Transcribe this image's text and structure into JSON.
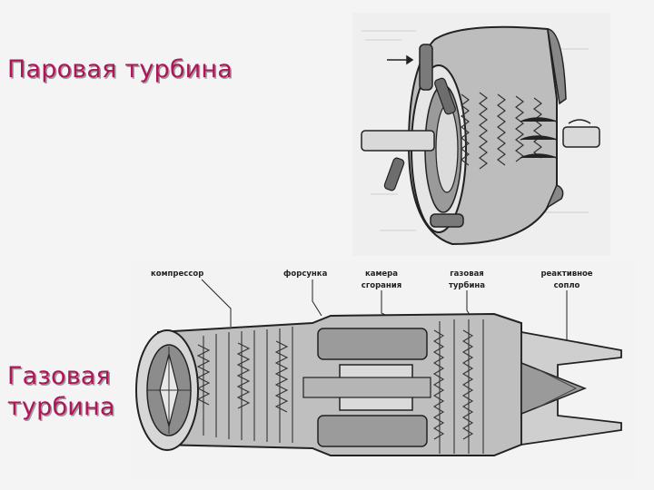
{
  "slide": {
    "steam_title": "Паровая турбина",
    "gas_title_line1": "Газовая",
    "gas_title_line2": "турбина"
  },
  "gas_turbine_labels": {
    "compressor": "компрессор",
    "injector": "форсунка",
    "chamber_line1": "камера",
    "chamber_line2": "сгорания",
    "turbine_line1": "газовая",
    "turbine_line2": "турбина",
    "nozzle_line1": "реактивное",
    "nozzle_line2": "сопло"
  },
  "colors": {
    "title": "#b0155a",
    "background": "#f5f4f4"
  }
}
